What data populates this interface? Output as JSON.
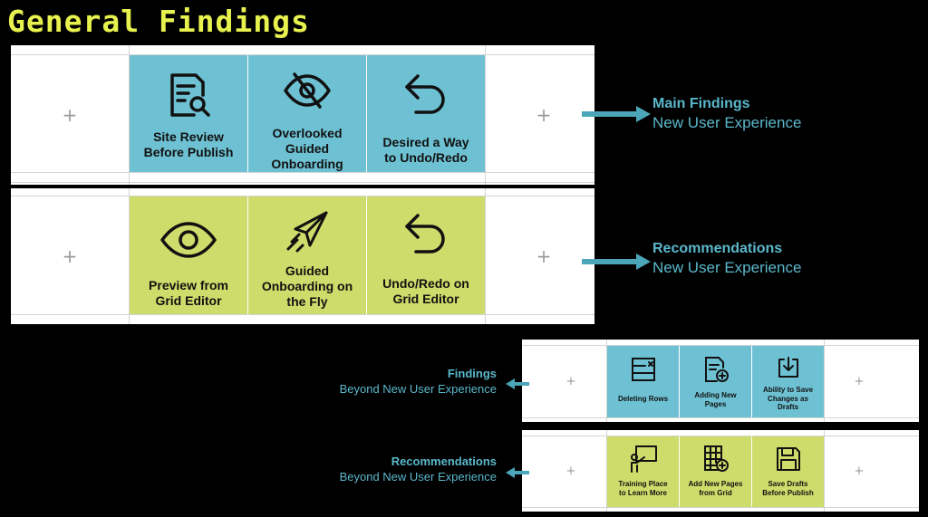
{
  "title": "General Findings",
  "main_findings": {
    "heading": "Main Findings",
    "subheading": "New User Experience",
    "cards": [
      {
        "label": "Site Review\nBefore Publish",
        "icon": "document-search-icon"
      },
      {
        "label": "Overlooked\nGuided\nOnboarding",
        "icon": "eye-slash-icon"
      },
      {
        "label": "Desired a Way\nto Undo/Redo",
        "icon": "undo-arrow-icon"
      }
    ]
  },
  "recommendations": {
    "heading": "Recommendations",
    "subheading": "New User Experience",
    "cards": [
      {
        "label": "Preview from\nGrid Editor",
        "icon": "eye-icon"
      },
      {
        "label": "Guided\nOnboarding on\nthe Fly",
        "icon": "paper-plane-icon"
      },
      {
        "label": "Undo/Redo on\nGrid Editor",
        "icon": "undo-arrow-icon"
      }
    ]
  },
  "beyond_findings": {
    "heading": "Findings",
    "subheading": "Beyond New User Experience",
    "cards": [
      {
        "label": "Deleting Rows",
        "icon": "delete-rows-icon"
      },
      {
        "label": "Adding New\nPages",
        "icon": "add-page-icon"
      },
      {
        "label": "Ability to Save\nChanges as\nDrafts",
        "icon": "download-tray-icon"
      }
    ]
  },
  "beyond_recommendations": {
    "heading": "Recommendations",
    "subheading": "Beyond New User Experience",
    "cards": [
      {
        "label": "Training Place\nto Learn More",
        "icon": "presentation-board-icon"
      },
      {
        "label": "Add New Pages\nfrom Grid",
        "icon": "grid-add-icon"
      },
      {
        "label": "Save Drafts\nBefore Publish",
        "icon": "floppy-disk-icon"
      }
    ]
  },
  "colors": {
    "background": "#000000",
    "title": "#e8f24e",
    "findings_card": "#6ec1d3",
    "recommendation_card": "#cddc6a",
    "callout_text": "#5bb8cc",
    "arrow": "#4aa6b8"
  },
  "plus_glyph": "+"
}
